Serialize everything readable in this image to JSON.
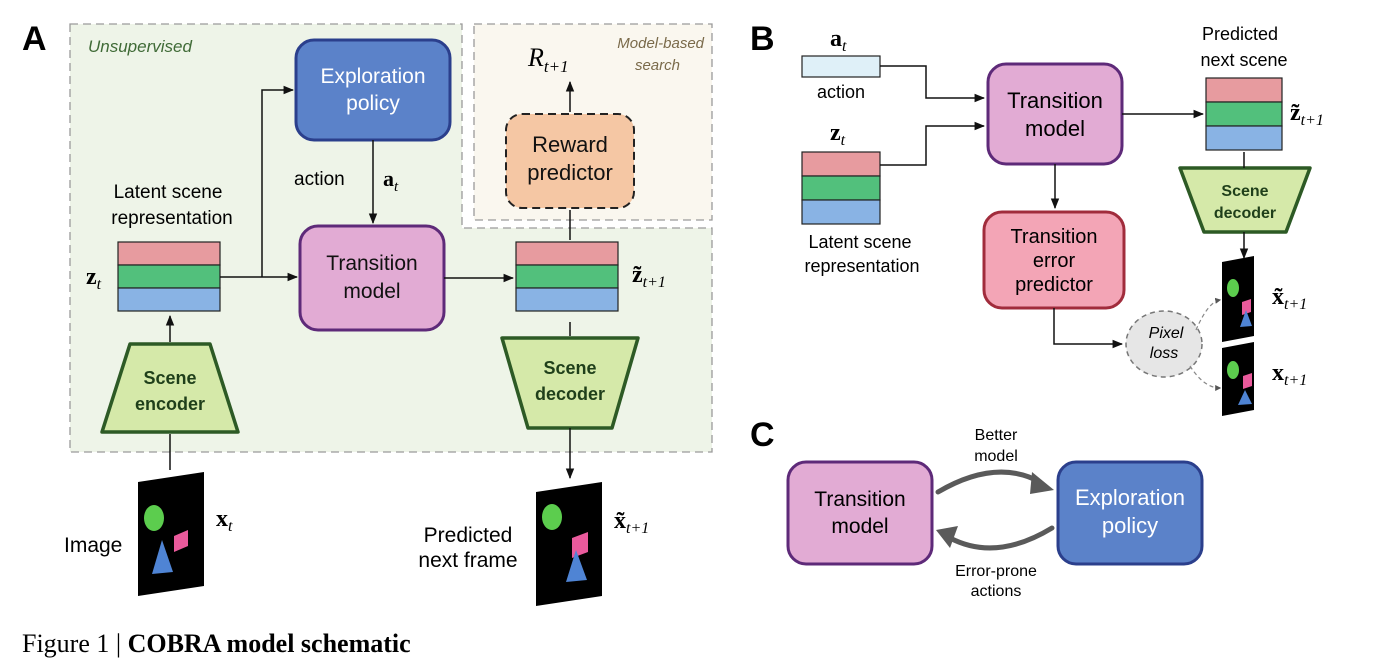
{
  "panel_a": {
    "letter": "A",
    "unsupervised_label": "Unsupervised",
    "search_label_1": "Model-based",
    "search_label_2": "search",
    "reward_symbol": "R",
    "reward_sub": "t+1",
    "exploration_policy_1": "Exploration",
    "exploration_policy_2": "policy",
    "reward_predictor_1": "Reward",
    "reward_predictor_2": "predictor",
    "action_word": "action",
    "action_symbol": "a",
    "action_sub": "t",
    "latent_1": "Latent scene",
    "latent_2": "representation",
    "z_symbol": "z",
    "z_sub": "t",
    "transition_1": "Transition",
    "transition_2": "model",
    "zpred_symbol": "z̃",
    "zpred_sub": "t+1",
    "encoder_1": "Scene",
    "encoder_2": "encoder",
    "decoder_1": "Scene",
    "decoder_2": "decoder",
    "image_label": "Image",
    "x_symbol": "x",
    "x_sub": "t",
    "predicted_1": "Predicted",
    "predicted_2": "next frame",
    "xpred_symbol": "x̃",
    "xpred_sub": "t+1"
  },
  "panel_b": {
    "letter": "B",
    "a_symbol": "a",
    "a_sub": "t",
    "action_word": "action",
    "z_symbol": "z",
    "z_sub": "t",
    "latent_1": "Latent scene",
    "latent_2": "representation",
    "transition_1": "Transition",
    "transition_2": "model",
    "predicted_1": "Predicted",
    "predicted_2": "next scene",
    "zpred_symbol": "z̃",
    "zpred_sub": "t+1",
    "decoder_1": "Scene",
    "decoder_2": "decoder",
    "error_1": "Transition",
    "error_2": "error",
    "error_3": "predictor",
    "pixel_1": "Pixel",
    "pixel_2": "loss",
    "xpred_symbol": "x̃",
    "xpred_sub": "t+1",
    "x_symbol": "x",
    "x_sub": "t+1"
  },
  "panel_c": {
    "letter": "C",
    "transition_1": "Transition",
    "transition_2": "model",
    "exploration_1": "Exploration",
    "exploration_2": "policy",
    "better_1": "Better",
    "better_2": "model",
    "error_1": "Error-prone",
    "error_2": "actions"
  },
  "caption": {
    "prefix": "Figure 1 | ",
    "title": "COBRA model schematic"
  },
  "colors": {
    "exploration_fill": "#5b82c9",
    "exploration_stroke": "#2b3f8c",
    "transition_fill": "#e2abd4",
    "transition_stroke": "#5e2a79",
    "reward_fill": "#f5c7a4",
    "error_fill": "#f3a5b6",
    "error_stroke": "#a12c3c",
    "trapezoid_fill": "#d5e9a9",
    "trapezoid_stroke": "#2d5a25",
    "latent_red": "#e79b9f",
    "latent_green": "#52c07c",
    "latent_blue": "#89b3e4",
    "unsupervised_bg": "#eef4e8",
    "search_bg": "#faf7ef"
  }
}
